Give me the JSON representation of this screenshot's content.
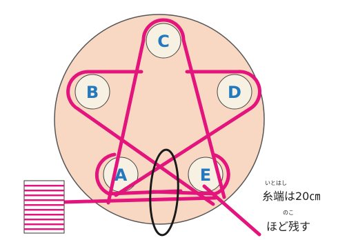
{
  "pegs": [
    {
      "id": "C",
      "label": "C"
    },
    {
      "id": "B",
      "label": "B"
    },
    {
      "id": "D",
      "label": "D"
    },
    {
      "id": "A",
      "label": "A"
    },
    {
      "id": "E",
      "label": "E"
    }
  ],
  "note": {
    "line1_ruby": "いとはし",
    "line1": "糸端は20㎝",
    "line2_ruby": "のこ",
    "line2": "ほど残す"
  },
  "colors": {
    "board_fill": "#f8d8c2",
    "board_stroke": "#555555",
    "peg_fill": "#f6f1e2",
    "peg_text": "#2378be",
    "thread": "#e3147c",
    "loop": "#1a1a1a"
  }
}
